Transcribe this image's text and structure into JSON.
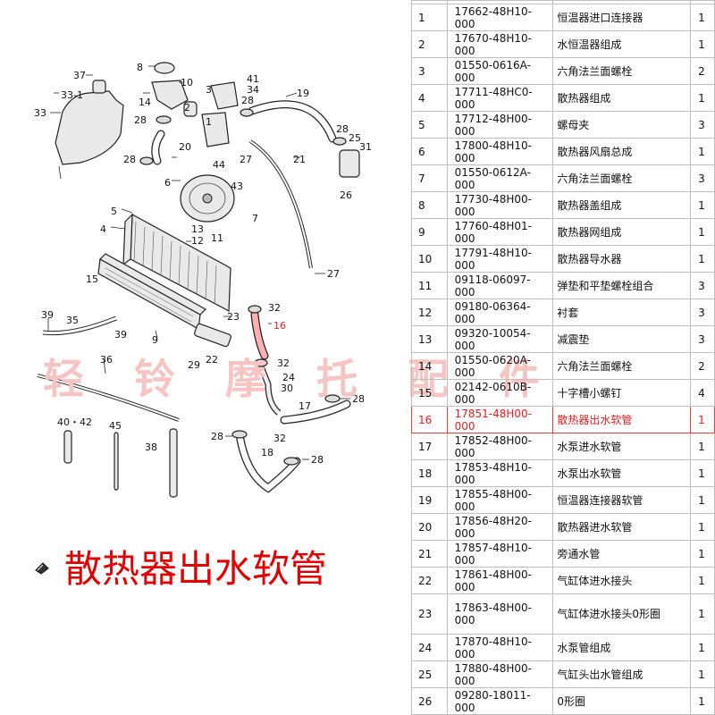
{
  "diagram": {
    "callouts": [
      {
        "id": "c37",
        "text": "37"
      },
      {
        "id": "c33-1",
        "text": "33-1"
      },
      {
        "id": "c33",
        "text": "33"
      },
      {
        "id": "c8",
        "text": "8"
      },
      {
        "id": "c10",
        "text": "10"
      },
      {
        "id": "c14",
        "text": "14"
      },
      {
        "id": "c2",
        "text": "2"
      },
      {
        "id": "c28a",
        "text": "28"
      },
      {
        "id": "c28b",
        "text": "28"
      },
      {
        "id": "c20",
        "text": "20"
      },
      {
        "id": "c41",
        "text": "41"
      },
      {
        "id": "c34",
        "text": "34"
      },
      {
        "id": "c3",
        "text": "3"
      },
      {
        "id": "c1",
        "text": "1"
      },
      {
        "id": "c28c",
        "text": "28"
      },
      {
        "id": "c44",
        "text": "44"
      },
      {
        "id": "c27a",
        "text": "27"
      },
      {
        "id": "c19",
        "text": "19"
      },
      {
        "id": "c28d",
        "text": "28"
      },
      {
        "id": "c25",
        "text": "25"
      },
      {
        "id": "c31",
        "text": "31"
      },
      {
        "id": "c26",
        "text": "26"
      },
      {
        "id": "c21",
        "text": "21"
      },
      {
        "id": "c6",
        "text": "6"
      },
      {
        "id": "c43",
        "text": "43"
      },
      {
        "id": "c5",
        "text": "5"
      },
      {
        "id": "c7",
        "text": "7"
      },
      {
        "id": "c4",
        "text": "4"
      },
      {
        "id": "c13",
        "text": "13"
      },
      {
        "id": "c12",
        "text": "12"
      },
      {
        "id": "c11",
        "text": "11"
      },
      {
        "id": "c15",
        "text": "15"
      },
      {
        "id": "c27b",
        "text": "27"
      },
      {
        "id": "c39a",
        "text": "39"
      },
      {
        "id": "c35",
        "text": "35"
      },
      {
        "id": "c39b",
        "text": "39"
      },
      {
        "id": "c9",
        "text": "9"
      },
      {
        "id": "c23",
        "text": "23"
      },
      {
        "id": "c32a",
        "text": "32"
      },
      {
        "id": "c16",
        "text": "16"
      },
      {
        "id": "c36",
        "text": "36"
      },
      {
        "id": "c29",
        "text": "29"
      },
      {
        "id": "c22",
        "text": "22"
      },
      {
        "id": "c32b",
        "text": "32"
      },
      {
        "id": "c24",
        "text": "24"
      },
      {
        "id": "c30",
        "text": "30"
      },
      {
        "id": "c28e",
        "text": "28"
      },
      {
        "id": "c17",
        "text": "17"
      },
      {
        "id": "c40-42",
        "text": "40・42"
      },
      {
        "id": "c45",
        "text": "45"
      },
      {
        "id": "c38",
        "text": "38"
      },
      {
        "id": "c28f",
        "text": "28"
      },
      {
        "id": "c32c",
        "text": "32"
      },
      {
        "id": "c18",
        "text": "18"
      },
      {
        "id": "c28g",
        "text": "28"
      }
    ]
  },
  "watermark": [
    "轻",
    "铃",
    "摩",
    "托",
    "配",
    "件"
  ],
  "caption": "散热器出水软管",
  "highlight_color": "#e02020",
  "parts_table": {
    "rows": [
      {
        "no": "1",
        "part_no": "17662-48H10-000",
        "name": "恒温器进口连接器",
        "qty": "1"
      },
      {
        "no": "2",
        "part_no": "17670-48H10-000",
        "name": "水恒温器组成",
        "qty": "1"
      },
      {
        "no": "3",
        "part_no": "01550-0616A-000",
        "name": "六角法兰面螺栓",
        "qty": "2"
      },
      {
        "no": "4",
        "part_no": "17711-48HC0-000",
        "name": "散热器组成",
        "qty": "1"
      },
      {
        "no": "5",
        "part_no": "17712-48H00-000",
        "name": "螺母夹",
        "qty": "3"
      },
      {
        "no": "6",
        "part_no": "17800-48H10-000",
        "name": "散热器风扇总成",
        "qty": "1"
      },
      {
        "no": "7",
        "part_no": "01550-0612A-000",
        "name": "六角法兰面螺栓",
        "qty": "3"
      },
      {
        "no": "8",
        "part_no": "17730-48H00-000",
        "name": "散热器盖组成",
        "qty": "1"
      },
      {
        "no": "9",
        "part_no": "17760-48H01-000",
        "name": "散热器网组成",
        "qty": "1"
      },
      {
        "no": "10",
        "part_no": "17791-48H10-000",
        "name": "散热器导水器",
        "qty": "1"
      },
      {
        "no": "11",
        "part_no": "09118-06097-000",
        "name": "弹垫和平垫螺栓组合",
        "qty": "3"
      },
      {
        "no": "12",
        "part_no": "09180-06364-000",
        "name": "衬套",
        "qty": "3"
      },
      {
        "no": "13",
        "part_no": "09320-10054-000",
        "name": "减震垫",
        "qty": "3"
      },
      {
        "no": "14",
        "part_no": "01550-0620A-000",
        "name": "六角法兰面螺栓",
        "qty": "2"
      },
      {
        "no": "15",
        "part_no": "02142-0610B-000",
        "name": "十字槽小螺钉",
        "qty": "4"
      },
      {
        "no": "16",
        "part_no": "17851-48H00-000",
        "name": "散热器出水软管",
        "qty": "1",
        "highlight": true
      },
      {
        "no": "17",
        "part_no": "17852-48H00-000",
        "name": "水泵进水软管",
        "qty": "1"
      },
      {
        "no": "18",
        "part_no": "17853-48H10-000",
        "name": "水泵出水软管",
        "qty": "1"
      },
      {
        "no": "19",
        "part_no": "17855-48H00-000",
        "name": "恒温器连接器软管",
        "qty": "1"
      },
      {
        "no": "20",
        "part_no": "17856-48H20-000",
        "name": "散热器进水软管",
        "qty": "1"
      },
      {
        "no": "21",
        "part_no": "17857-48H10-000",
        "name": "旁通水管",
        "qty": "1"
      },
      {
        "no": "22",
        "part_no": "17861-48H00-000",
        "name": "气缸体进水接头",
        "qty": "1"
      },
      {
        "no": "23",
        "part_no": "17863-48H00-000",
        "name": "气缸体进水接头0形圈",
        "qty": "1",
        "tall": true
      },
      {
        "no": "24",
        "part_no": "17870-48H10-000",
        "name": "水泵管组成",
        "qty": "1"
      },
      {
        "no": "25",
        "part_no": "17880-48H00-000",
        "name": "气缸头出水管组成",
        "qty": "1"
      },
      {
        "no": "26",
        "part_no": "09280-18011-000",
        "name": "0形圈",
        "qty": "1"
      }
    ]
  }
}
